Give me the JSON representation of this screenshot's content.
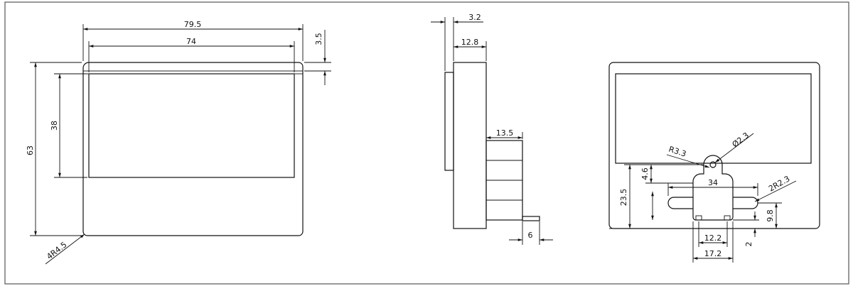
{
  "drawing": {
    "front_view": {
      "width_outer": "79.5",
      "width_inner": "74",
      "top_offset": "3.5",
      "height_outer": "63",
      "height_window": "38",
      "corner_radius": "4R4.5"
    },
    "side_view": {
      "bezel_thickness": "3.2",
      "body_depth": "12.8",
      "terminal_depth": "13.5",
      "terminal_pin": "6"
    },
    "rear_view": {
      "radius": "R3.3",
      "hole": "Ø2.3",
      "height_4_6": "4.6",
      "width_34": "34",
      "slots": "2R2.3",
      "height_23_5": "23.5",
      "height_9_8": "9.8",
      "width_12_2": "12.2",
      "width_17_2": "17.2",
      "offset_2": "2"
    }
  }
}
